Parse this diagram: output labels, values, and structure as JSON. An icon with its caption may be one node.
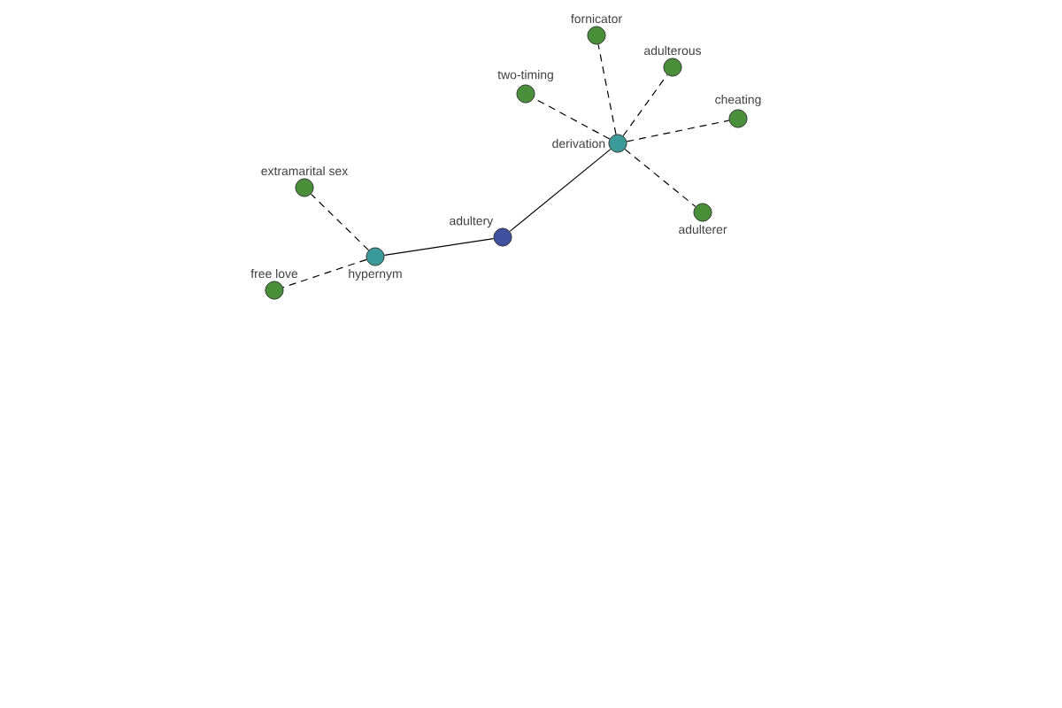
{
  "diagram": {
    "nodes": [
      {
        "text": [
          "fornicator"
        ]
      },
      {
        "text": [
          "adulterous"
        ]
      },
      {
        "text": [
          "two-timing"
        ]
      },
      {
        "text": [
          "cheating"
        ]
      },
      {
        "text": [
          "derivation"
        ]
      },
      {
        "text": [
          "extramarital sex"
        ]
      },
      {
        "text": [
          "adulterer"
        ]
      },
      {
        "text": [
          "adultery"
        ]
      },
      {
        "text": [
          "hypernym"
        ]
      },
      {
        "text": [
          "free love"
        ]
      }
    ],
    "edges": [
      {
        "from": 7,
        "to": 4,
        "arrow": "none"
      },
      {
        "from": 7,
        "to": 8,
        "arrow": "none"
      },
      {
        "from": 4,
        "to": 0,
        "arrow": "none",
        "style": "dashed"
      },
      {
        "from": 4,
        "to": 1,
        "arrow": "none",
        "style": "dashed"
      },
      {
        "from": 4,
        "to": 2,
        "arrow": "none",
        "style": "dashed"
      },
      {
        "from": 4,
        "to": 3,
        "arrow": "none",
        "style": "dashed"
      },
      {
        "from": 4,
        "to": 6,
        "arrow": "none",
        "style": "dashed"
      },
      {
        "from": 8,
        "to": 5,
        "arrow": "none",
        "style": "dashed"
      },
      {
        "from": 8,
        "to": 9,
        "arrow": "none",
        "style": "dashed"
      }
    ]
  }
}
